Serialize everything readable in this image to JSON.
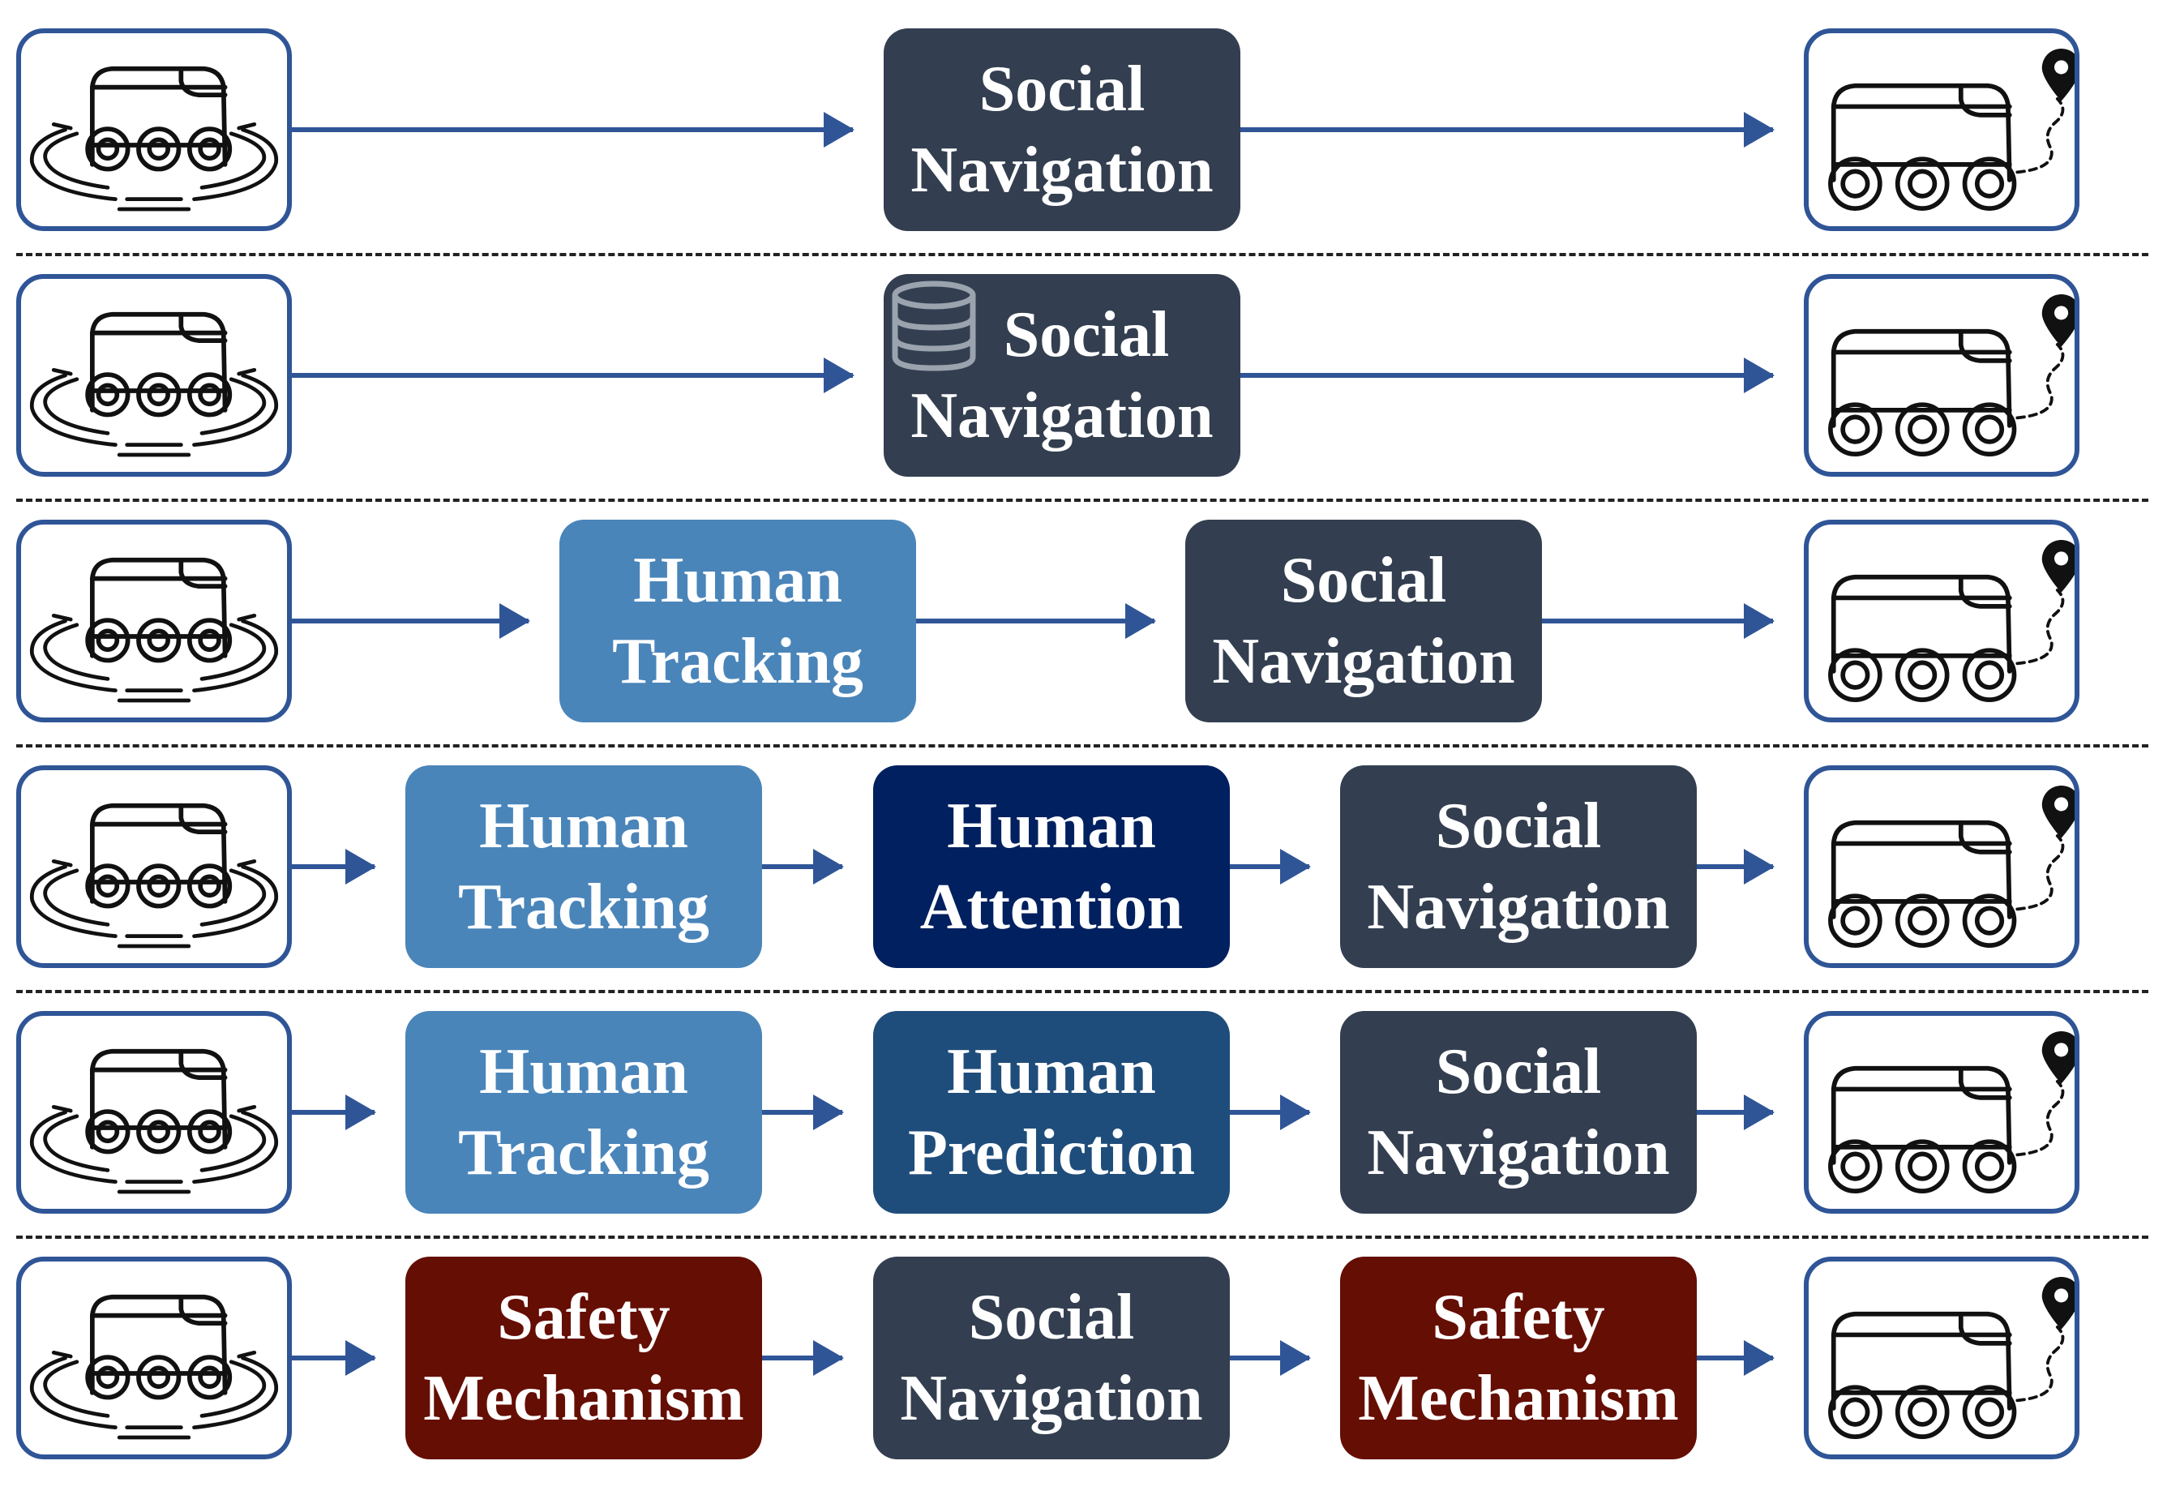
{
  "colors": {
    "arrow": "#2F5597",
    "card_border": "#2F5597",
    "social_navigation": "#333F50",
    "human_tracking": "#4A85BA",
    "human_attention": "#00205F",
    "human_prediction": "#1F4D7B",
    "safety_mechanism": "#650E04"
  },
  "icons": {
    "input": "robot-sensing-icon",
    "output": "robot-goal-icon",
    "memory": "database-icon"
  },
  "rows": [
    {
      "boxes": [
        {
          "line1": "Social",
          "line2": "Navigation",
          "color": "social",
          "icon": ""
        }
      ]
    },
    {
      "boxes": [
        {
          "line1": "Social",
          "line2": "Navigation",
          "color": "social",
          "icon": "database-icon"
        }
      ]
    },
    {
      "boxes": [
        {
          "line1": "Human",
          "line2": "Tracking",
          "color": "tracking"
        },
        {
          "line1": "Social",
          "line2": "Navigation",
          "color": "social"
        }
      ]
    },
    {
      "boxes": [
        {
          "line1": "Human",
          "line2": "Tracking",
          "color": "tracking"
        },
        {
          "line1": "Human",
          "line2": "Attention",
          "color": "attention"
        },
        {
          "line1": "Social",
          "line2": "Navigation",
          "color": "social"
        }
      ]
    },
    {
      "boxes": [
        {
          "line1": "Human",
          "line2": "Tracking",
          "color": "tracking"
        },
        {
          "line1": "Human",
          "line2": "Prediction",
          "color": "prediction"
        },
        {
          "line1": "Social",
          "line2": "Navigation",
          "color": "social"
        }
      ]
    },
    {
      "boxes": [
        {
          "line1": "Safety",
          "line2": "Mechanism",
          "color": "safety"
        },
        {
          "line1": "Social",
          "line2": "Navigation",
          "color": "social"
        },
        {
          "line1": "Safety",
          "line2": "Mechanism",
          "color": "safety"
        }
      ]
    }
  ]
}
